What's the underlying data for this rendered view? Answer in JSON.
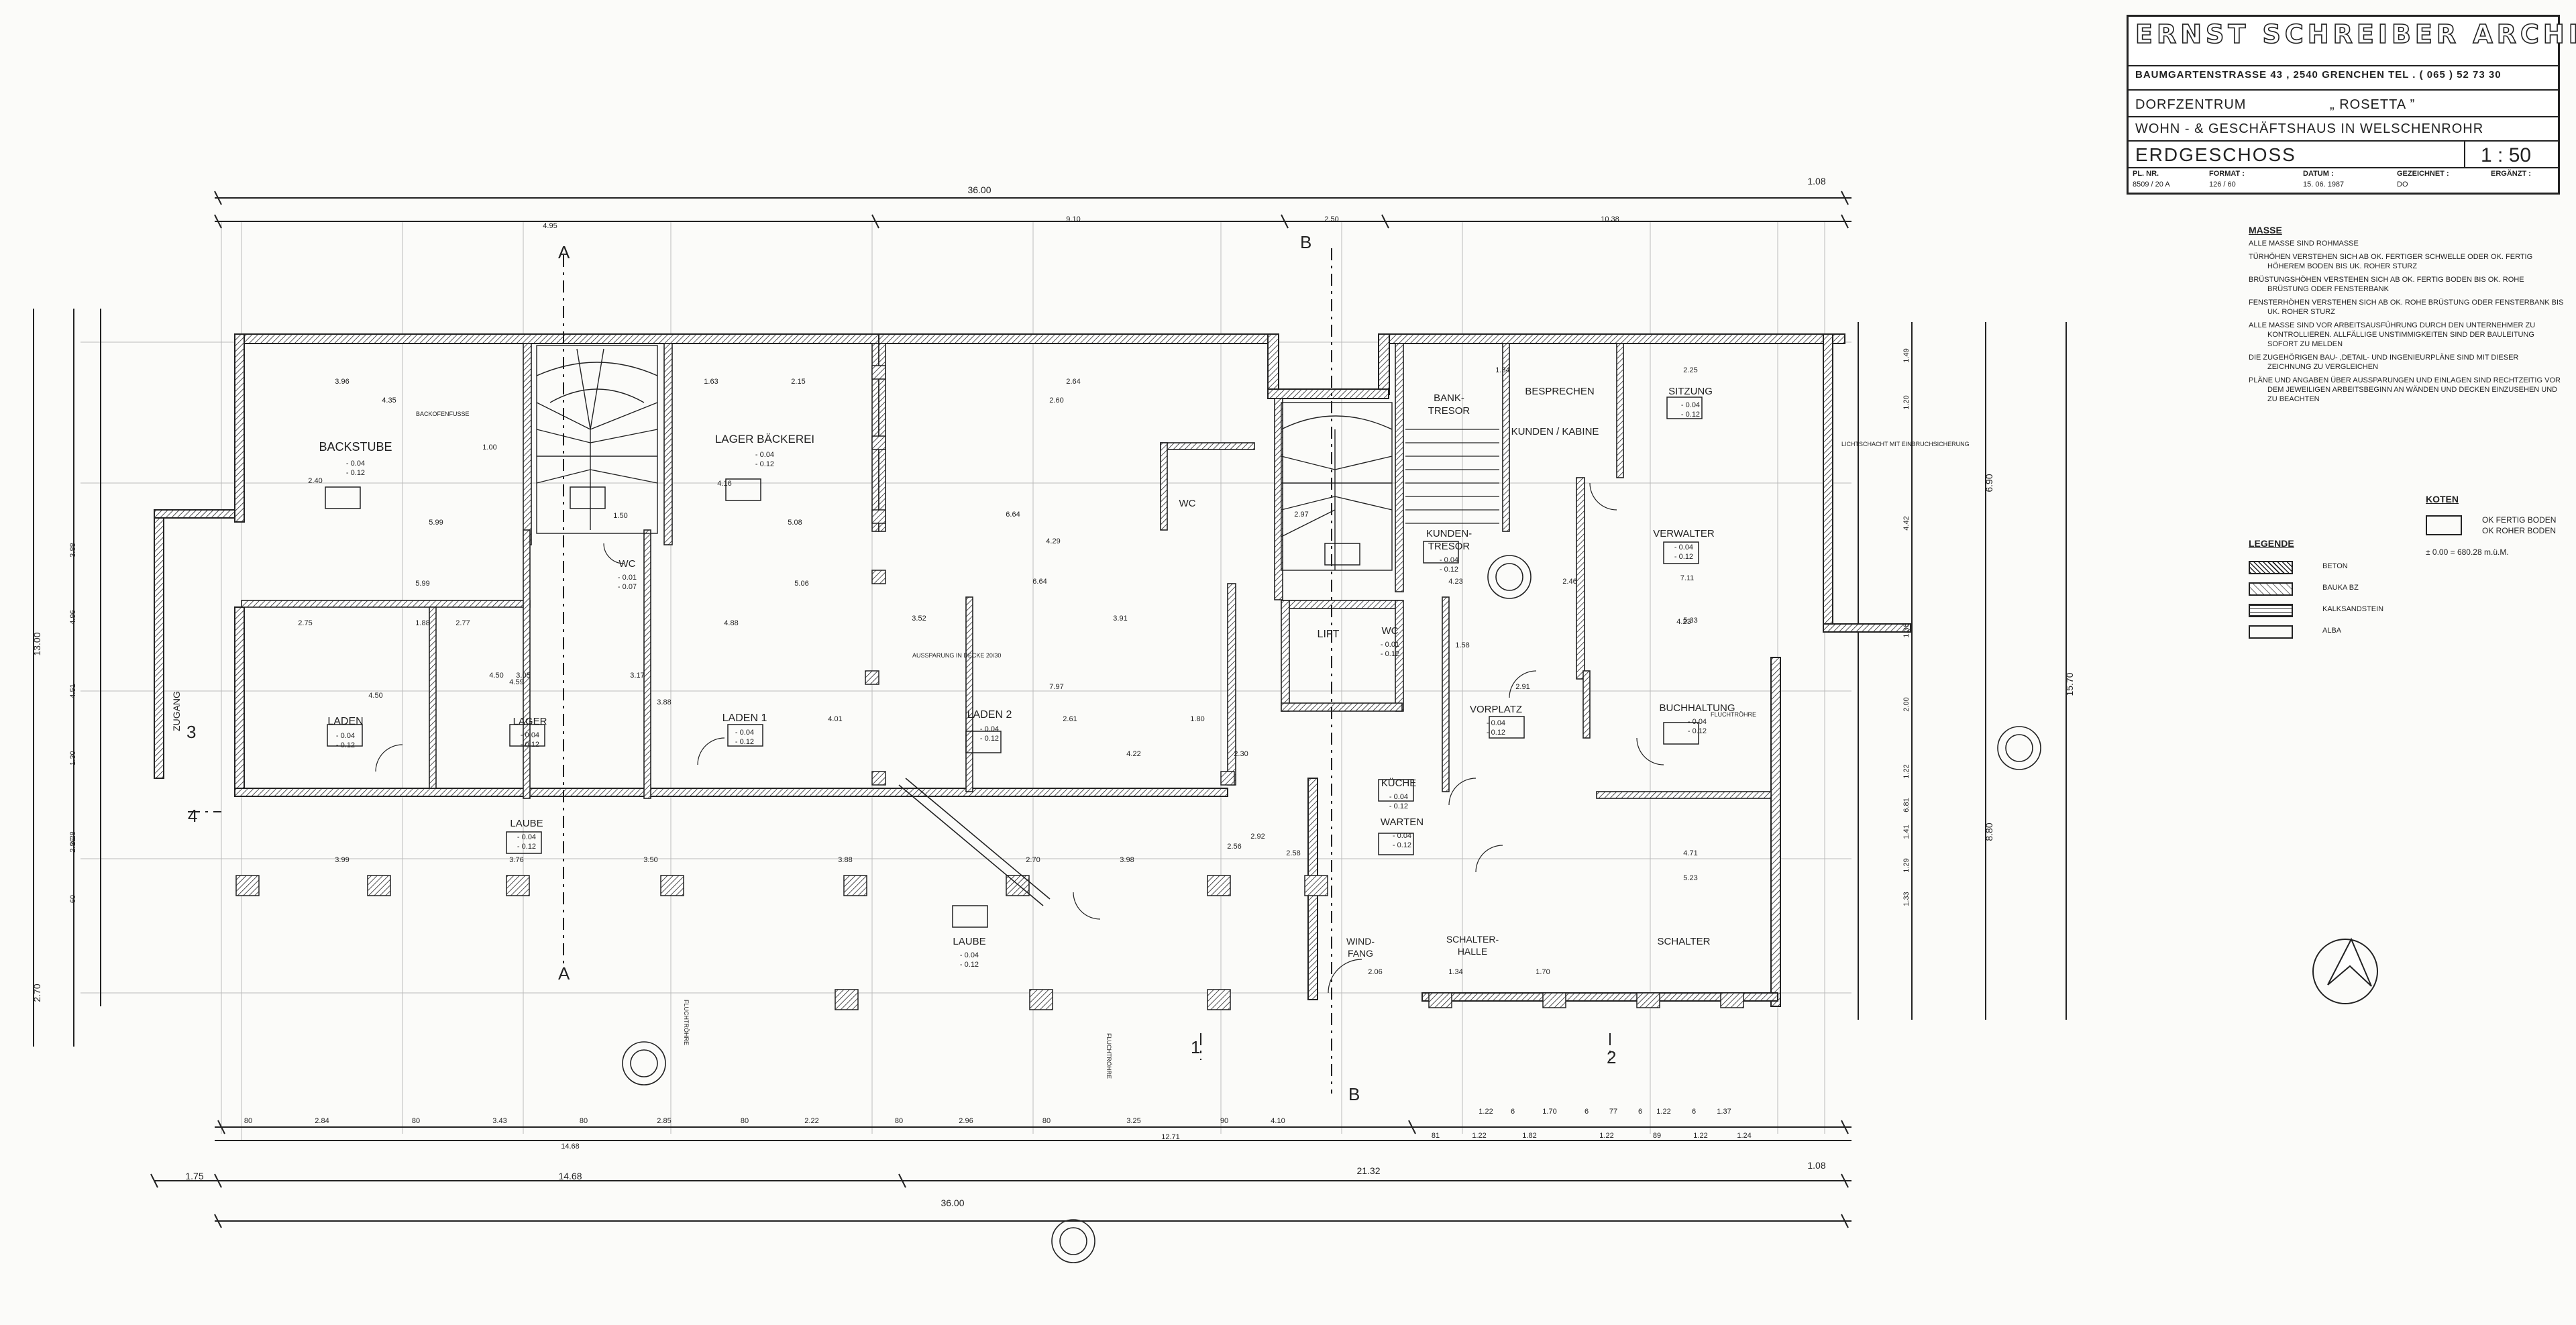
{
  "title_block": {
    "firm": "ERNST SCHREIBER ARCHITEKT",
    "address": "BAUMGARTENSTRASSE  43 ,  2540    GRENCHEN  TEL .   ( 065 )   52  73  30",
    "project_label": "DORFZENTRUM",
    "project_name": "„ ROSETTA ”",
    "subtitle": "WOHN - & GESCHÄFTSHAUS  IN  WELSCHENROHR",
    "floor": "ERDGESCHOSS",
    "scale": "1 : 50",
    "pl_nr_label": "PL. NR.",
    "pl_nr": "8509 / 20 A",
    "format_label": "FORMAT :",
    "format": "126 / 60",
    "datum_label": "DATUM :",
    "datum": "15. 06. 1987",
    "gezeichnet_label": "GEZEICHNET :",
    "gezeichnet": "DO",
    "ergaenzt_label": "ERGÄNZT :"
  },
  "notes": {
    "heading": "MASSE",
    "items": [
      "Alle Masse sind Rohmasse",
      "Türhöhen verstehen sich ab OK. fertiger Schwelle oder OK. fertig höherem Boden bis UK. roher Sturz",
      "Brüstungshöhen verstehen sich ab OK. fertig Boden bis OK. rohe Brüstung oder Fensterbank",
      "Fensterhöhen verstehen sich ab OK. rohe Brüstung oder Fensterbank bis UK. roher Sturz",
      "Alle Masse sind vor Arbeitsausführung durch den Unternehmer zu kontrollieren. Allfällige Unstimmigkeiten sind der Bauleitung sofort zu melden",
      "Die zugehörigen Bau- ,Detail- und Ingenieurpläne sind mit dieser Zeichnung zu vergleichen",
      "Pläne und Angaben über Aussparungen und Einlagen sind rechtzeitig vor dem jeweiligen Arbeitsbeginn an Wänden und Decken einzusehen und zu beachten"
    ]
  },
  "koten": {
    "heading": "KOTEN",
    "line1": "OK FERTIG BODEN",
    "line2": "OK ROHER BODEN",
    "zero": "± 0.00 = 680.28 m.ü.M."
  },
  "legend": {
    "heading": "LEGENDE",
    "items": [
      {
        "label": "BETON",
        "pattern": "hatch"
      },
      {
        "label": "BAUKA BZ",
        "pattern": "hatch-light"
      },
      {
        "label": "KALKSANDSTEIN",
        "pattern": "lines"
      },
      {
        "label": "ALBA",
        "pattern": "empty"
      }
    ]
  },
  "rooms": [
    {
      "name": "BACKSTUBE",
      "levels": [
        "- 0.04",
        "- 0.12"
      ]
    },
    {
      "name": "LAGER BÄCKEREI",
      "levels": [
        "- 0.04",
        "- 0.12"
      ]
    },
    {
      "name": "BANK- TRESOR",
      "levels": []
    },
    {
      "name": "BESPRECHEN",
      "levels": []
    },
    {
      "name": "KUNDEN / KABINE",
      "levels": []
    },
    {
      "name": "SITZUNG",
      "levels": [
        "- 0.04",
        "- 0.12"
      ]
    },
    {
      "name": "WC",
      "levels": [
        "- 0.01",
        "- 0.07"
      ]
    },
    {
      "name": "WC",
      "levels": []
    },
    {
      "name": "KUNDEN- TRESOR",
      "levels": [
        "- 0.04",
        "- 0.12"
      ]
    },
    {
      "name": "VERWALTER",
      "levels": [
        "- 0.04",
        "- 0.12"
      ]
    },
    {
      "name": "LIFT",
      "levels": []
    },
    {
      "name": "WC",
      "levels": [
        "- 0.01",
        "- 0.12"
      ]
    },
    {
      "name": "LADEN",
      "levels": [
        "- 0.04",
        "- 0.12"
      ]
    },
    {
      "name": "LAGER",
      "levels": [
        "- 0.04",
        "- 0.12"
      ]
    },
    {
      "name": "LADEN  1",
      "levels": [
        "- 0.04",
        "- 0.12"
      ]
    },
    {
      "name": "LADEN  2",
      "levels": [
        "- 0.04",
        "- 0.12"
      ]
    },
    {
      "name": "VORPLATZ",
      "levels": [
        "- 0.04",
        "- 0.12"
      ]
    },
    {
      "name": "BUCHHALTUNG",
      "levels": [
        "- 0.04",
        "- 0.12"
      ]
    },
    {
      "name": "KÜCHE",
      "levels": [
        "- 0.04",
        "- 0.12"
      ]
    },
    {
      "name": "WARTEN",
      "levels": [
        "- 0.04",
        "- 0.12"
      ]
    },
    {
      "name": "LAUBE",
      "levels": [
        "- 0.04",
        "- 0.12"
      ]
    },
    {
      "name": "LAUBE",
      "levels": [
        "- 0.04",
        "- 0.12"
      ]
    },
    {
      "name": "WIND- FANG",
      "levels": []
    },
    {
      "name": "SCHALTER- HALLE",
      "levels": []
    },
    {
      "name": "SCHALTER",
      "levels": []
    },
    {
      "name": "ZUGANG",
      "levels": []
    }
  ],
  "dimensions": {
    "top_total": "36.00",
    "top_right_offset": "1.08",
    "top_chain": [
      "4.95",
      "9.10",
      "2.50",
      "10.38"
    ],
    "bottom_total": "36.00",
    "bottom_left": "1.75",
    "bottom_mid": [
      "14.68",
      "21.32"
    ],
    "bottom_right": "1.08",
    "bottom_chain_1": [
      "80",
      "2.84",
      "80",
      "3.43",
      "80",
      "2.85",
      "80",
      "2.22",
      "80",
      "2.96",
      "80",
      "3.25",
      "90",
      "4.10"
    ],
    "bottom_chain_2": [
      "14.68",
      "12.71"
    ],
    "bottom_chain_3": [
      "1.22",
      "6",
      "1.70",
      "6",
      "77",
      "6",
      "1.22",
      "6",
      "1.37"
    ],
    "bottom_chain_4": [
      "81",
      "1.22",
      "1.82",
      "1.22",
      "89",
      "1.22",
      "1.24"
    ],
    "left_total": "13.00",
    "left_lower": "2.70",
    "left_chain": [
      "4.96",
      "3.88",
      "4.51",
      "1.30",
      "2.28",
      "2.86",
      "60"
    ],
    "right_total": "15.70",
    "right_chain": [
      "6.90",
      "8.80"
    ],
    "right_chain_2": [
      "1.49",
      "1.20",
      "4.42",
      "1.36",
      "2.00",
      "1.22",
      "6.81",
      "1.41",
      "1.29",
      "1.33"
    ],
    "interior": [
      "3.96",
      "5.99",
      "5.99",
      "2.75",
      "1.88",
      "2.77",
      "4.88",
      "4.50",
      "4.59",
      "3.99",
      "3.76",
      "3.50",
      "3.88",
      "2.70",
      "3.98",
      "5.08",
      "5.06",
      "6.64",
      "6.64",
      "3.52",
      "3.91",
      "7.97",
      "4.22",
      "2.64",
      "4.29",
      "2.15",
      "1.63",
      "1.50",
      "2.30",
      "2.91",
      "4.23",
      "4.71",
      "5.23",
      "2.06",
      "1.34",
      "1.70",
      "1.34",
      "2.25",
      "7.11",
      "5.33",
      "4.23",
      "1.58",
      "2.46",
      "2.60",
      "2.40",
      "4.16",
      "4.35",
      "1.00",
      "4.50",
      "3.05",
      "3.17",
      "3.88",
      "4.01",
      "2.61",
      "2.97",
      "1.80",
      "2.92",
      "2.56",
      "2.58"
    ]
  },
  "section_marks": {
    "a_top": "A",
    "a_bottom": "A",
    "b_top": "B",
    "b_bottom": "B",
    "one": "1",
    "two": "2",
    "three": "3",
    "four": "4"
  },
  "annotations": {
    "backofen": "BACKOFENFUSSE",
    "aussparung": "AUSSPARUNG IN DECKE 20/30",
    "lichtschacht": "LICHTSCHACHT MIT EINBRUCHSICHERUNG",
    "fluchtrohre": "FLUCHTRÖHRE"
  }
}
